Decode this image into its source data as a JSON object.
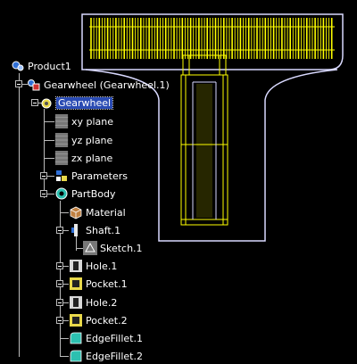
{
  "viewport": {
    "part_color": "#ffff00",
    "outline_color": "#d9d9ff"
  },
  "tree": {
    "product": "Product1",
    "component": "Gearwheel (Gearwheel.1)",
    "part": "Gearwheel",
    "planes": [
      "xy plane",
      "yz plane",
      "zx plane"
    ],
    "parameters": "Parameters",
    "partbody": "PartBody",
    "features": [
      "Material",
      "Shaft.1",
      "Sketch.1",
      "Hole.1",
      "Pocket.1",
      "Hole.2",
      "Pocket.2",
      "EdgeFillet.1",
      "EdgeFillet.2"
    ]
  }
}
